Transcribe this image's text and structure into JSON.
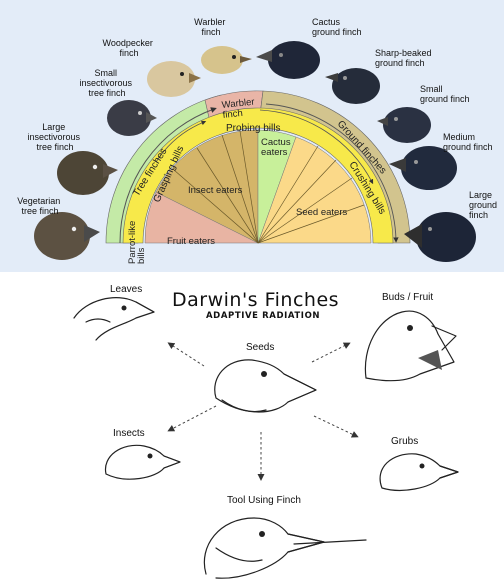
{
  "top": {
    "birds": [
      {
        "id": "warbler-finch",
        "label": [
          "Warbler",
          "finch"
        ]
      },
      {
        "id": "cactus-ground-finch",
        "label": [
          "Cactus",
          "ground finch"
        ]
      },
      {
        "id": "woodpecker-finch",
        "label": [
          "Woodpecker",
          "finch"
        ]
      },
      {
        "id": "sharp-beaked-ground-finch",
        "label": [
          "Sharp-beaked",
          "ground finch"
        ]
      },
      {
        "id": "small-insectivorous-tree-finch",
        "label": [
          "Small",
          "insectivorous",
          "tree finch"
        ]
      },
      {
        "id": "small-ground-finch",
        "label": [
          "Small",
          "ground finch"
        ]
      },
      {
        "id": "large-insectivorous-tree-finch",
        "label": [
          "Large",
          "insectivorous",
          "tree finch"
        ]
      },
      {
        "id": "medium-ground-finch",
        "label": [
          "Medium",
          "ground finch"
        ]
      },
      {
        "id": "vegetarian-tree-finch",
        "label": [
          "Vegetarian",
          "tree finch"
        ]
      },
      {
        "id": "large-ground-finch",
        "label": [
          "Large",
          "ground",
          "finch"
        ]
      }
    ],
    "arcs": {
      "tree_finches": "Tree finches",
      "ground_finches": "Ground finches",
      "probing_bills": "Probing bills",
      "grasping_bills": "Grasping bills",
      "crushing_bills": "Crushing bills",
      "parrot_like_bills": [
        "Parrot-like",
        "bills"
      ],
      "warbler_finch": [
        "Warbler",
        "finch"
      ]
    },
    "sectors": {
      "cactus_eaters": [
        "Cactus",
        "eaters"
      ],
      "insect_eaters": "Insect eaters",
      "seed_eaters": "Seed eaters",
      "fruit_eaters": "Fruit eaters"
    }
  },
  "bottom": {
    "title": "Darwin's Finches",
    "subtitle": "ADAPTIVE RADIATION",
    "labels": {
      "leaves": "Leaves",
      "buds_fruit": "Buds / Fruit",
      "seeds": "Seeds",
      "insects": "Insects",
      "grubs": "Grubs",
      "tool_using_finch": "Tool Using Finch"
    }
  }
}
